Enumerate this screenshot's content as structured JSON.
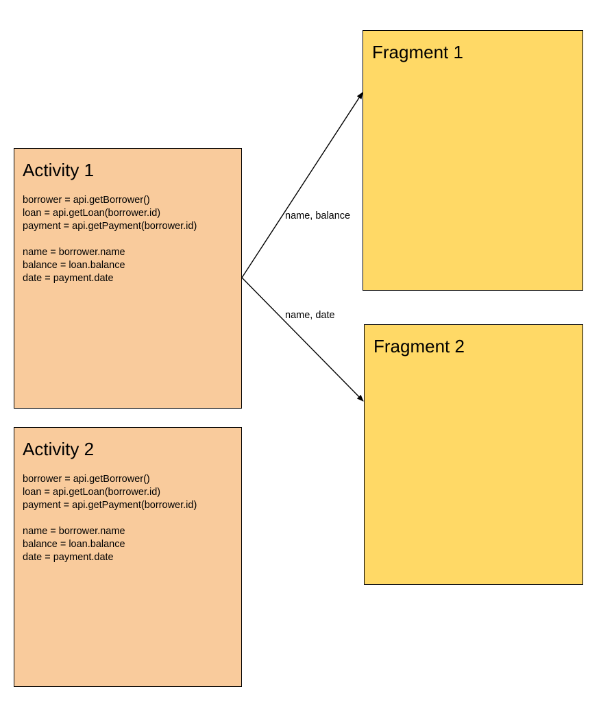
{
  "activities": [
    {
      "title": "Activity 1",
      "lines_a": [
        "borrower = api.getBorrower()",
        "loan = api.getLoan(borrower.id)",
        "payment = api.getPayment(borrower.id)"
      ],
      "lines_b": [
        "name = borrower.name",
        "balance = loan.balance",
        "date = payment.date"
      ]
    },
    {
      "title": "Activity 2",
      "lines_a": [
        "borrower = api.getBorrower()",
        "loan = api.getLoan(borrower.id)",
        "payment = api.getPayment(borrower.id)"
      ],
      "lines_b": [
        "name = borrower.name",
        "balance = loan.balance",
        "date = payment.date"
      ]
    }
  ],
  "fragments": [
    {
      "title": "Fragment 1"
    },
    {
      "title": "Fragment 2"
    }
  ],
  "edges": [
    {
      "from": "Activity 1",
      "to": "Fragment 1",
      "label": "name, balance"
    },
    {
      "from": "Activity 1",
      "to": "Fragment 2",
      "label": "name, date"
    }
  ],
  "colors": {
    "activity_fill": "#f9cb9c",
    "fragment_fill": "#ffd966",
    "stroke": "#000000"
  }
}
